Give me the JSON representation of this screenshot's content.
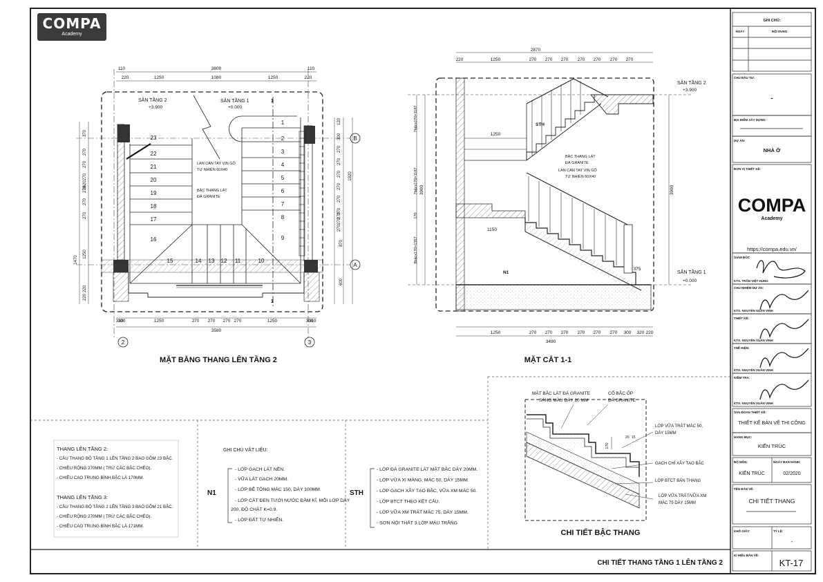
{
  "logo": {
    "word": "COMPA",
    "sub": "Academy"
  },
  "plan": {
    "title": "MẶT BẰNG THANG LÊN TẦNG 2",
    "top_dims": [
      "110",
      "220",
      "1250",
      "3800",
      "1080",
      "1250",
      "220",
      "110"
    ],
    "bottom_dims": [
      "310",
      "300",
      "1250",
      "270",
      "270",
      "270",
      "270",
      "1250",
      "300",
      "310"
    ],
    "bottom_total": "3580",
    "left_dims": [
      "370",
      "1620",
      "270",
      "270",
      "270",
      "270",
      "270",
      "270",
      "1250",
      "1470",
      "220",
      "220"
    ],
    "right_dims": [
      "120",
      "300",
      "270",
      "270",
      "270",
      "270",
      "270",
      "270",
      "1920",
      "870",
      "600",
      "270",
      "270",
      "270"
    ],
    "landing2": {
      "name": "SÂN TẦNG 2",
      "level": "+3.900"
    },
    "landing1": {
      "name": "SÂN TẦNG 1",
      "level": "+0.000"
    },
    "left_steps": [
      "23",
      "22",
      "21",
      "20",
      "19",
      "18",
      "17",
      "16"
    ],
    "right_steps": [
      "1",
      "2",
      "3",
      "4",
      "5",
      "6",
      "7",
      "8",
      "9"
    ],
    "bottom_steps": [
      "15",
      "14",
      "13",
      "12",
      "11",
      "10"
    ],
    "note_rail": [
      "LAN CAN TAY VỊN GỖ",
      "TỰ NHIÊN 60X40"
    ],
    "note_tread": [
      "BẬC THANG LÁT",
      "ĐÁ GRANITE"
    ],
    "axes": [
      "B",
      "A",
      "2",
      "3"
    ],
    "cut_mark": "1"
  },
  "section": {
    "title": "MẶT CẮT 1-1",
    "top_dims": [
      "2870",
      "220",
      "1250",
      "270",
      "270",
      "270",
      "270",
      "270",
      "270",
      "270"
    ],
    "bottom_dims": [
      "1250",
      "270",
      "270",
      "270",
      "270",
      "270",
      "270",
      "300",
      "320",
      "220"
    ],
    "bottom_total": "3490",
    "height_dim": "3900",
    "left_dims": [
      "7bậcx170=1187",
      "7bậcx170=1187",
      "170",
      "8bậcx170=1357"
    ],
    "inner_dims": [
      "1250",
      "1150",
      "375"
    ],
    "landing2": {
      "name": "SÂN TẦNG 2",
      "level": "+3.900"
    },
    "landing1": {
      "name": "SÂN TẦNG 1",
      "level": "+0.000"
    },
    "tag_sth": "STH",
    "tag_n1": "N1",
    "note_tread": [
      "BẬC THANG LÁT",
      "ĐÁ GRANITE"
    ],
    "note_rail": [
      "LAN CAN TAY VỊN GỖ",
      "TỰ NHIÊN 60X40"
    ]
  },
  "stair_detail": {
    "title": "CHI TIẾT BẬC THANG",
    "top_note": [
      "MẶT BẬC LÁT ĐÁ GRANITE",
      "SÁNG MÀU DÀY 20 MM"
    ],
    "top_note2": [
      "CỔ BẬC ỐP",
      "ĐÁ GRANITE"
    ],
    "right_notes": [
      [
        "LỚP VỮA TRÁT MÁC 50,",
        "DÀY 15MM"
      ],
      [
        "GẠCH CHỈ XÂY TẠO BẬC"
      ],
      [
        "LỚP BTCT BẢN THANG"
      ],
      [
        "LỚP VỮA TRÁT/VỮA XM",
        "MÁC 75 DÀY 15MM"
      ]
    ],
    "dims": [
      "170",
      "20",
      "15"
    ]
  },
  "stair_notes": {
    "floor2_title": "THANG LÊN TẦNG 2:",
    "floor2_items": [
      "- CẦU THANG BỘ  TẦNG 1 LÊN TẦNG 2 BAO GỒM 23 BẬC.",
      "- CHIỀU RỘNG 270MM ( TRỪ CÁC BẬC CHÉO).",
      "- CHIỀU CAO TRUNG BÌNH BẬC LÀ 170MM."
    ],
    "floor3_title": "THANG LÊN TẦNG 3:",
    "floor3_items": [
      "- CẦU THANG BỘ  TẦNG 2 LÊN TẦNG 3 BAO GỒM 21 BẬC.",
      "- CHIỀU RỘNG 270MM ( TRỪ CÁC BẬC CHÉO).",
      "- CHIỀU CAO TRUNG BÌNH BẬC LÀ 171MM."
    ]
  },
  "materials": {
    "title": "GHI CHÚ VẬT LIỆU:",
    "n1_tag": "N1",
    "n1_items": [
      "- LỚP GẠCH LÁT NỀN.",
      "- VỮA LÁT GẠCH 20MM.",
      "- LỚP BÊ TÔNG MÁC 150, DÀY 100MM.",
      "- LỚP CÁT ĐEN TƯỚI NƯỚC ĐẦM KĨ, MỖI LỚP DÀY",
      "200, ĐỘ CHẶT K=0.9.",
      "- LỚP ĐẤT TỰ NHIÊN."
    ],
    "sth_tag": "STH",
    "sth_items": [
      "- LỚP ĐÁ GRANITE LÁT MẶT BẬC DÀY 20MM.",
      "- LỚP VỮA XI MĂNG, MÁC 50, DÀY 15MM.",
      "- LỚP GẠCH XÂY TẠO BẬC, VỮA XM MÁC 50.",
      "- LỚP BTCT THEO KẾT CẤU.",
      "- LỚP VỮA XM TRÁT MÁC 75, DÀY 15MM.",
      "- SƠN NỘI THẤT 3 LỚP MÀU TRẮNG"
    ]
  },
  "sheet_title": "CHI TIẾT THANG TẦNG 1 LÊN TẦNG 2",
  "title_block": {
    "notes_header": "GHI CHÚ:",
    "date_col": "NGÀY",
    "content_col": "NỘI DUNG",
    "investor_label": "CHỦ ĐẦU TƯ:",
    "investor_value": "-",
    "location_label": "ĐỊA ĐIỂM XÂY DỰNG:",
    "project_label": "DỰ ÁN:",
    "project_value": "NHÀ Ở",
    "designer_label": "ĐƠN VỊ THIẾT KẾ:",
    "brand_word": "COMPA",
    "brand_sub": "Academy",
    "website": "https://compa.edu.vn/",
    "director_label": "GIÁM ĐỐC",
    "director_name": "KTS. TRẦN VIỆT HÙNG",
    "chief_label": "CHỦ NHIỆM DỰ ÁN:",
    "chief_name": "KTS. NGUYỄN XUÂN VINH",
    "design_label": "THIẾT KẾ:",
    "design_name": "KTS. NGUYỄN XUÂN VINH",
    "draw_label": "THỂ HIỆN:",
    "draw_name": "KTS. NGUYỄN XUÂN VINH",
    "check_label": "KIỂM TRA:",
    "check_name": "KTS. NGUYỄN XUÂN VINH",
    "phase_label": "GIAI ĐOẠN THIẾT KẾ:",
    "phase_value": "THIẾT KẾ BẢN VẼ THI CÔNG",
    "category_label": "HẠNG MỤC:",
    "category_value": "KIẾN TRÚC",
    "dept_label": "BỘ MÔN:",
    "dept_value": "KIẾN TRÚC",
    "date_label": "NGÀY BAN HÀNH:",
    "date_value": "02/2020",
    "drawing_label": "TÊN BẢN VẼ:",
    "drawing_value": "CHI TIẾT THANG",
    "size_label": "KHỔ GIẤY:",
    "scale_label": "TỶ LỆ:",
    "scale_value": "-",
    "code_label": "KÍ HIỆU BẢN VẼ:",
    "code_value": "KT-17"
  }
}
